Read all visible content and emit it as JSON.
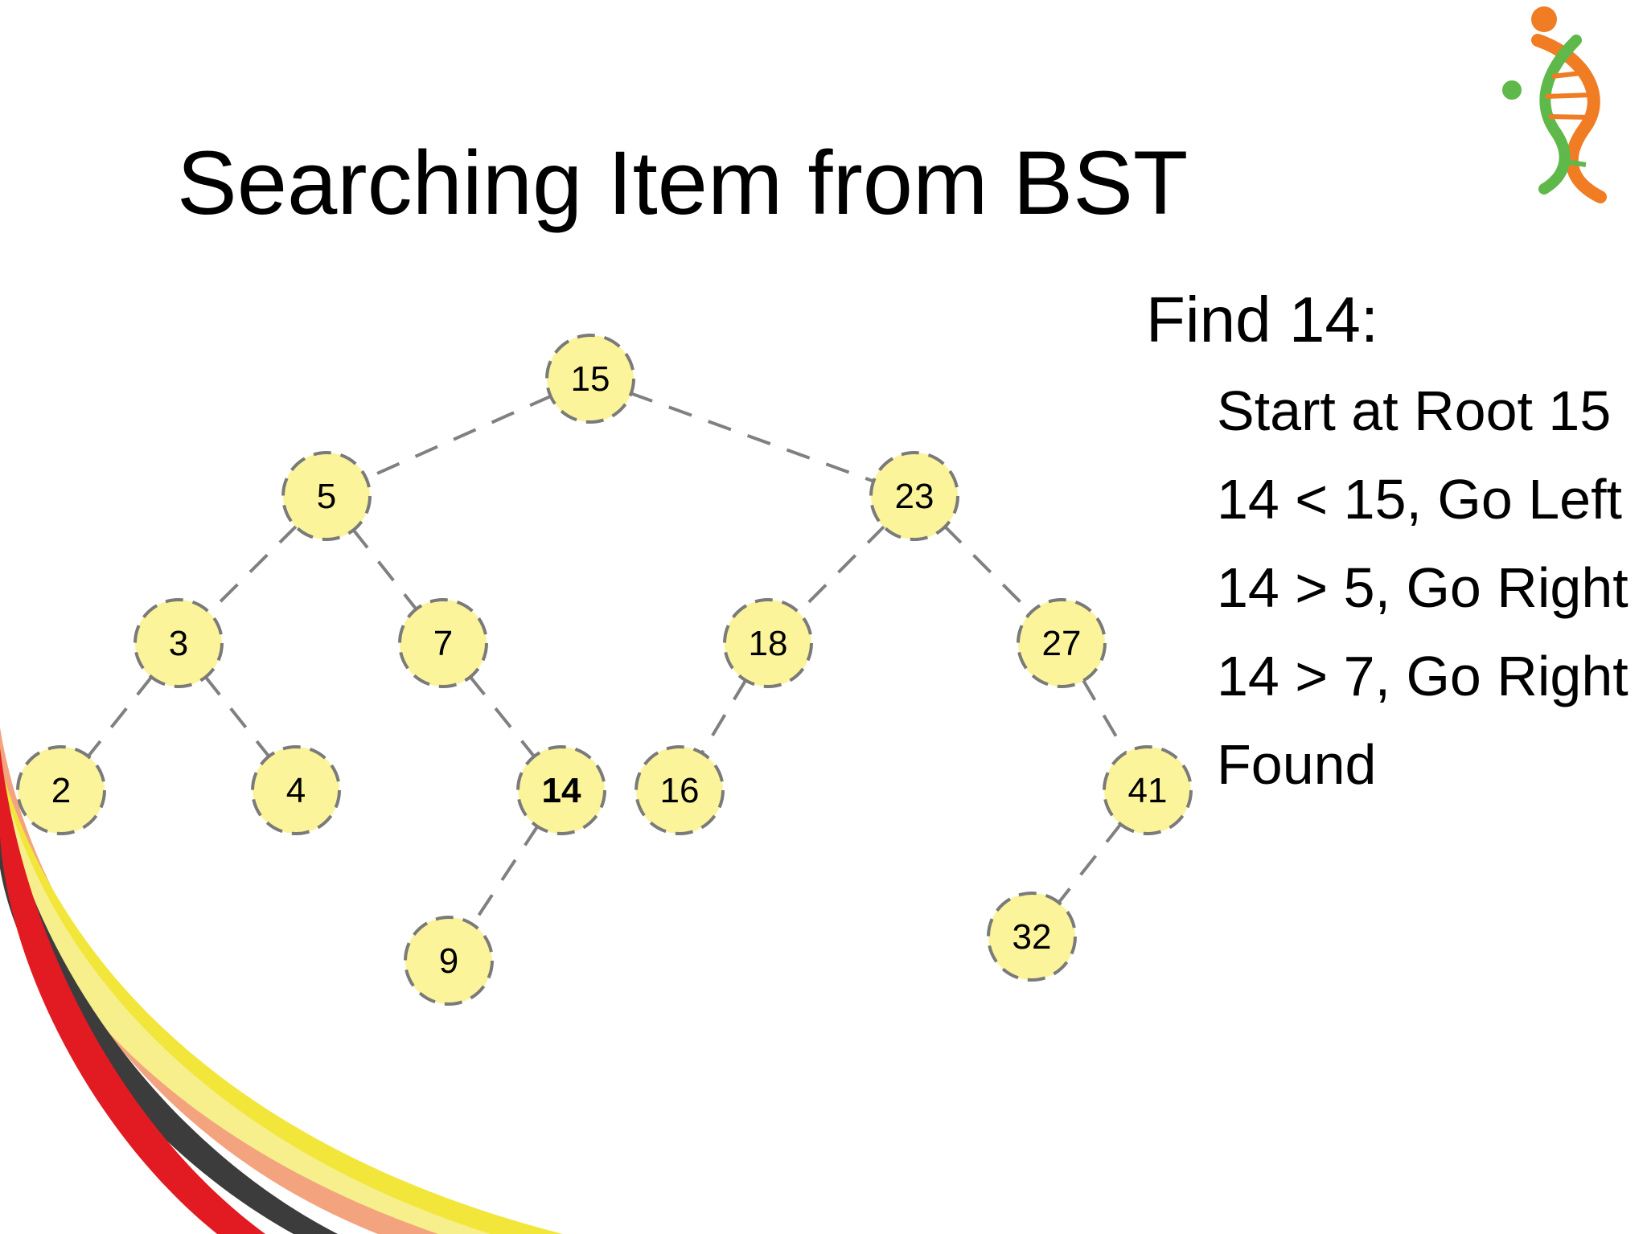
{
  "slide": {
    "title": "Searching Item from BST",
    "steps_heading": "Find 14:",
    "steps": [
      "Start at Root 15",
      "14 < 15, Go Left",
      "14 > 5, Go Right",
      "14 > 7, Go Right",
      "Found"
    ]
  },
  "tree": {
    "nodes": [
      {
        "id": "15",
        "label": "15",
        "highlight": false
      },
      {
        "id": "5",
        "label": "5",
        "highlight": false
      },
      {
        "id": "23",
        "label": "23",
        "highlight": false
      },
      {
        "id": "3",
        "label": "3",
        "highlight": false
      },
      {
        "id": "7",
        "label": "7",
        "highlight": false
      },
      {
        "id": "18",
        "label": "18",
        "highlight": false
      },
      {
        "id": "27",
        "label": "27",
        "highlight": false
      },
      {
        "id": "2",
        "label": "2",
        "highlight": false
      },
      {
        "id": "4",
        "label": "4",
        "highlight": false
      },
      {
        "id": "14",
        "label": "14",
        "highlight": true
      },
      {
        "id": "16",
        "label": "16",
        "highlight": false
      },
      {
        "id": "41",
        "label": "41",
        "highlight": false
      },
      {
        "id": "9",
        "label": "9",
        "highlight": false
      },
      {
        "id": "32",
        "label": "32",
        "highlight": false
      }
    ],
    "edges": [
      [
        "15",
        "5"
      ],
      [
        "15",
        "23"
      ],
      [
        "5",
        "3"
      ],
      [
        "5",
        "7"
      ],
      [
        "23",
        "18"
      ],
      [
        "23",
        "27"
      ],
      [
        "3",
        "2"
      ],
      [
        "3",
        "4"
      ],
      [
        "7",
        "14"
      ],
      [
        "18",
        "16"
      ],
      [
        "27",
        "41"
      ],
      [
        "14",
        "9"
      ],
      [
        "41",
        "32"
      ]
    ]
  },
  "colors": {
    "node_fill": "#fbf49a",
    "node_stroke": "#7a7a7a",
    "edge": "#808080",
    "swoosh_red": "#e21b23",
    "swoosh_yellow": "#f2e63a",
    "swoosh_dark": "#3c3c3c",
    "swoosh_salmon": "#f4a37f",
    "logo_orange": "#f07c24",
    "logo_green": "#5fb84a"
  },
  "logo": {
    "icon": "dna-person-logo-icon"
  }
}
